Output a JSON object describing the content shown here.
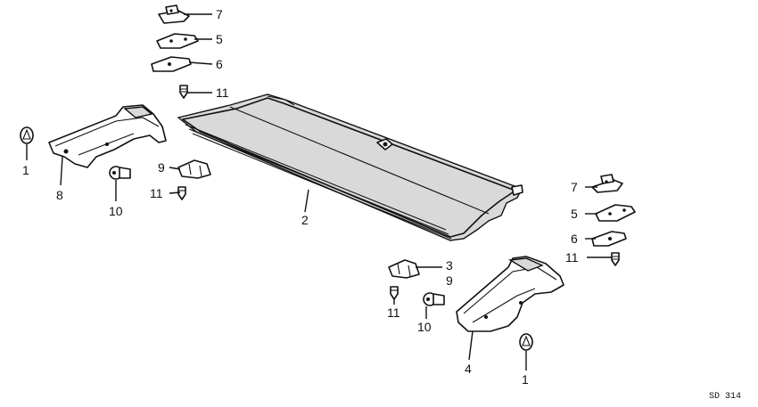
{
  "diagram_code": "SD 314",
  "callouts": [
    {
      "id": "c7a",
      "text": "7"
    },
    {
      "id": "c5a",
      "text": "5"
    },
    {
      "id": "c6a",
      "text": "6"
    },
    {
      "id": "c11a",
      "text": "11"
    },
    {
      "id": "c1a",
      "text": "1"
    },
    {
      "id": "c8",
      "text": "8"
    },
    {
      "id": "c10a",
      "text": "10"
    },
    {
      "id": "c9a",
      "text": "9"
    },
    {
      "id": "c11b",
      "text": "11"
    },
    {
      "id": "c2",
      "text": "2"
    },
    {
      "id": "c7b",
      "text": "7"
    },
    {
      "id": "c5b",
      "text": "5"
    },
    {
      "id": "c6b",
      "text": "6"
    },
    {
      "id": "c11c",
      "text": "11"
    },
    {
      "id": "c3",
      "text": "3"
    },
    {
      "id": "c9b",
      "text": "9"
    },
    {
      "id": "c11d",
      "text": "11"
    },
    {
      "id": "c10b",
      "text": "10"
    },
    {
      "id": "c4",
      "text": "4"
    },
    {
      "id": "c1b",
      "text": "1"
    }
  ]
}
